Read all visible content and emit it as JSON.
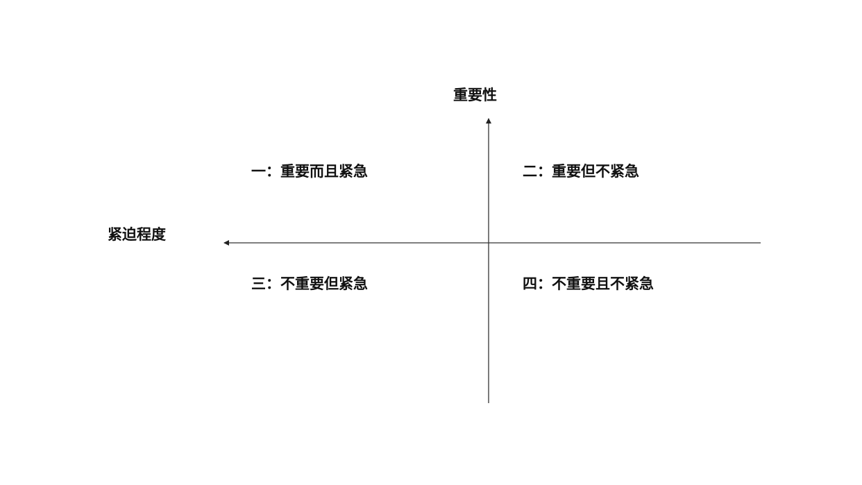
{
  "diagram": {
    "type": "quadrant-matrix",
    "axes": {
      "vertical": {
        "label": "重要性",
        "direction": "up"
      },
      "horizontal": {
        "label": "紧迫程度",
        "direction": "left"
      }
    },
    "quadrants": [
      {
        "position": "top-left",
        "label": "一：重要而且紧急"
      },
      {
        "position": "top-right",
        "label": "二：重要但不紧急"
      },
      {
        "position": "bottom-left",
        "label": "三：不重要但紧急"
      },
      {
        "position": "bottom-right",
        "label": "四：不重要且不紧急"
      }
    ],
    "colors": {
      "background": "#ffffff",
      "text": "#111111",
      "axis": "#333333"
    }
  }
}
